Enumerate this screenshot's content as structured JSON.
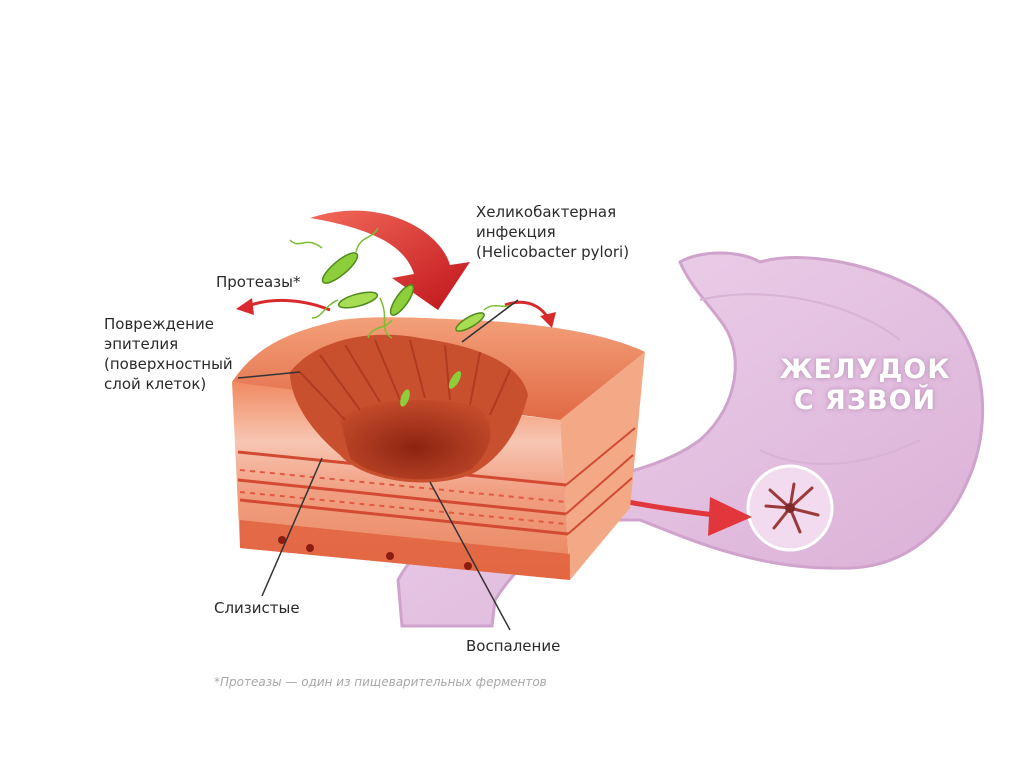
{
  "labels": {
    "infection_line1": "Хеликобактерная",
    "infection_line2": "инфекция",
    "infection_line3": "(Helicobacter pylori)",
    "proteases": "Протеазы*",
    "damage_line1": "Повреждение",
    "damage_line2": "эпителия",
    "damage_line3": "(поверхностный",
    "damage_line4": "слой клеток)",
    "mucous": "Слизистые",
    "inflammation": "Воспаление"
  },
  "stomach_title": {
    "line1": "ЖЕЛУДОК",
    "line2": "С ЯЗВОЙ"
  },
  "footnote": "*Протеазы — один из пищеварительных ферментов",
  "colors": {
    "stomach": "#e7c6e3",
    "stomach_outline": "#cfa3cb",
    "tissue": "#e8784f",
    "ulcer": "#a3331c",
    "arrow": "#d81e1e",
    "bacteria": "#8ccf3a"
  }
}
